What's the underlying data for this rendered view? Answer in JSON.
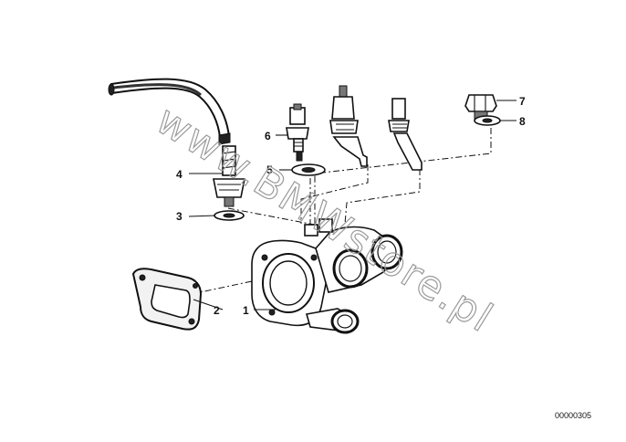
{
  "diagram": {
    "callouts": [
      {
        "id": "1",
        "label": "1"
      },
      {
        "id": "2",
        "label": "2"
      },
      {
        "id": "3",
        "label": "3"
      },
      {
        "id": "4",
        "label": "4"
      },
      {
        "id": "5",
        "label": "5"
      },
      {
        "id": "6",
        "label": "6"
      },
      {
        "id": "7",
        "label": "7"
      },
      {
        "id": "8",
        "label": "8"
      }
    ],
    "watermark": "www.BMWstore.pl",
    "reference_code": "00000305"
  }
}
